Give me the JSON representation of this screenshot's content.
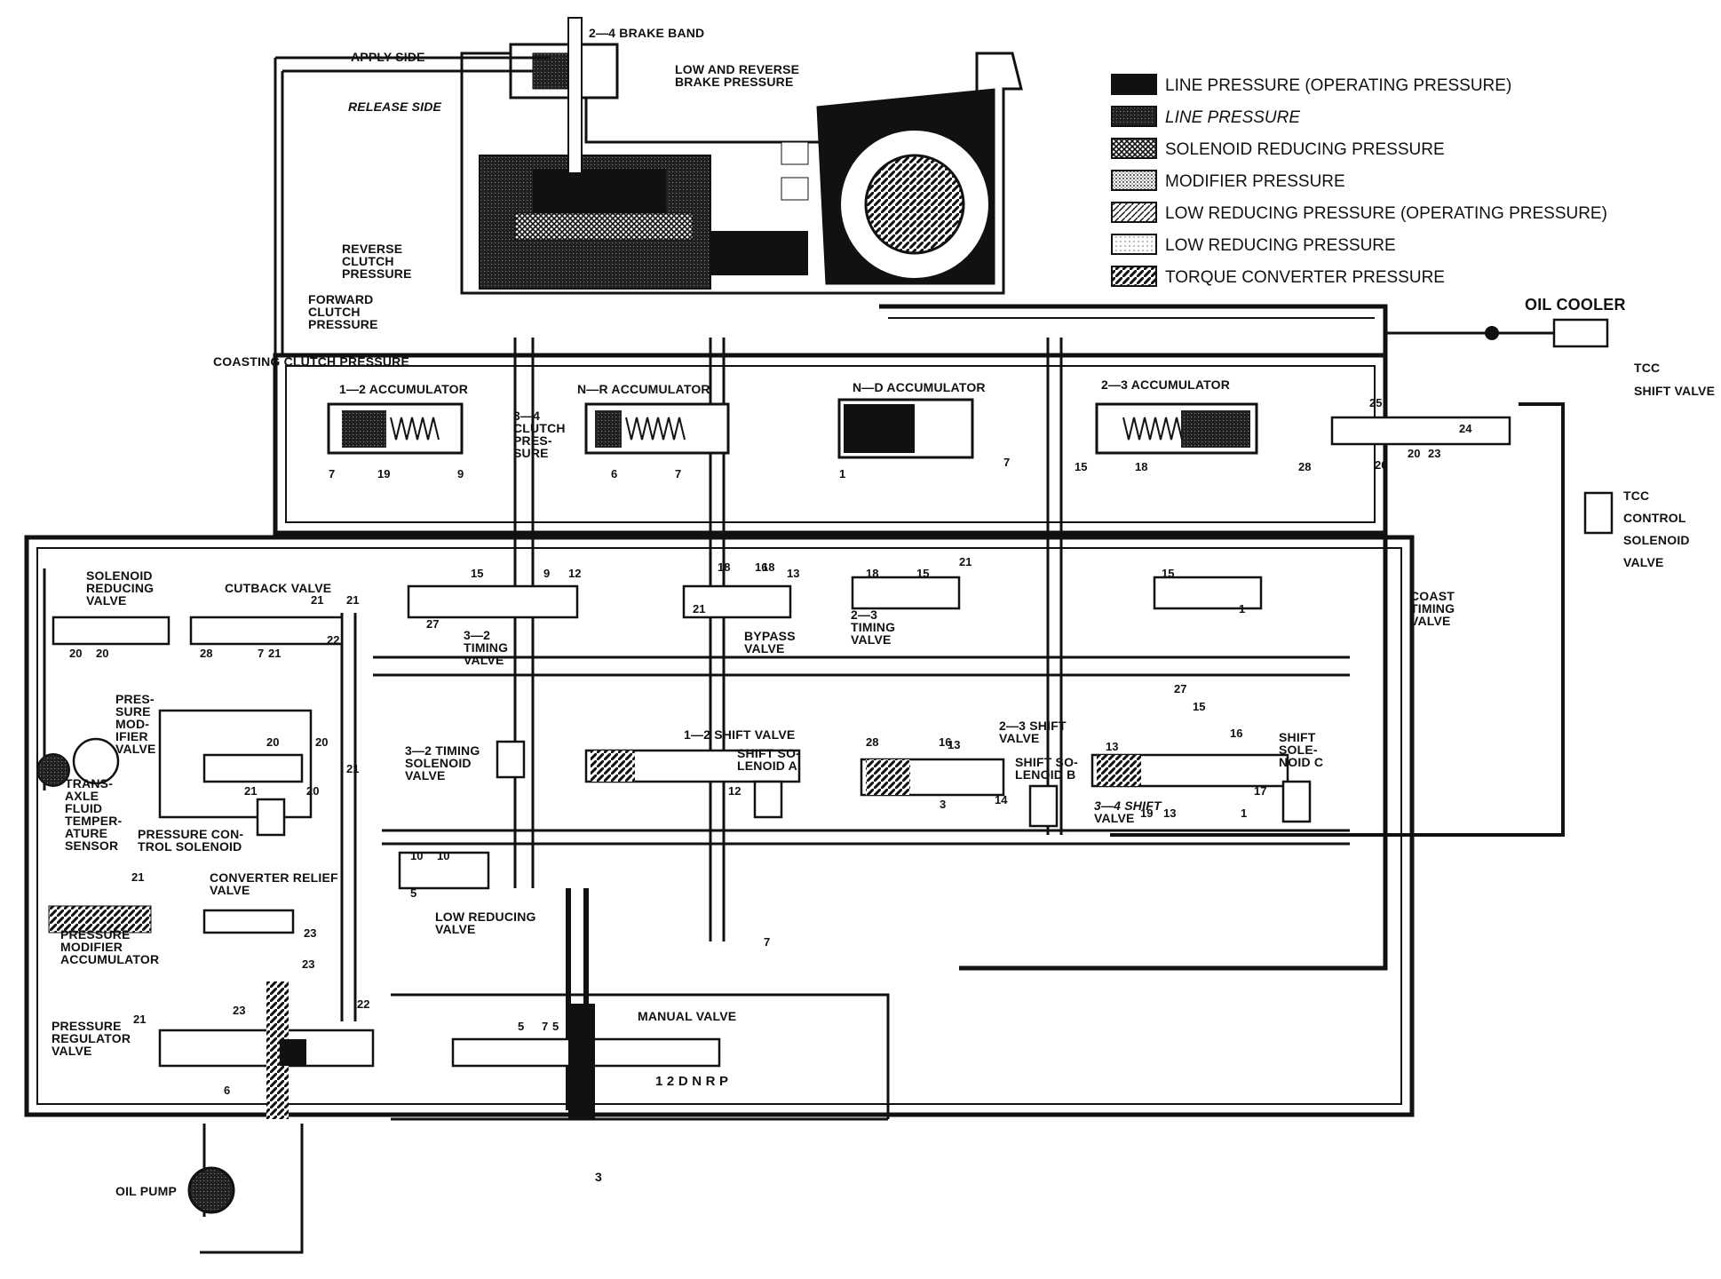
{
  "legend": [
    {
      "label": "LINE PRESSURE (OPERATING PRESSURE)",
      "pattern": "solid"
    },
    {
      "label": "LINE PRESSURE",
      "pattern": "dense-hatch"
    },
    {
      "label": "SOLENOID REDUCING PRESSURE",
      "pattern": "crosshatch"
    },
    {
      "label": "MODIFIER PRESSURE",
      "pattern": "dots-dense"
    },
    {
      "label": "LOW REDUCING PRESSURE (OPERATING PRESSURE)",
      "pattern": "diagonal"
    },
    {
      "label": "LOW REDUCING PRESSURE",
      "pattern": "dots-light"
    },
    {
      "label": "TORQUE CONVERTER PRESSURE",
      "pattern": "diagonal-bold"
    }
  ],
  "labels": {
    "brake_band": "2—4 BRAKE BAND",
    "apply_side": "APPLY SIDE",
    "release_side": "RELEASE SIDE",
    "low_reverse": "LOW AND REVERSE",
    "brake_pressure": "BRAKE PRESSURE",
    "reverse_clutch_1": "REVERSE",
    "reverse_clutch_2": "CLUTCH",
    "reverse_clutch_3": "PRESSURE",
    "forward_clutch_1": "FORWARD",
    "forward_clutch_2": "CLUTCH",
    "forward_clutch_3": "PRESSURE",
    "coasting_clutch": "COASTING CLUTCH PRESSURE",
    "acc_12": "1—2 ACCUMULATOR",
    "acc_nr": "N—R ACCUMULATOR",
    "acc_nd": "N—D ACCUMULATOR",
    "acc_23": "2—3 ACCUMULATOR",
    "clutch34_1": "3—4",
    "clutch34_2": "CLUTCH",
    "clutch34_3": "PRES-",
    "clutch34_4": "SURE",
    "oil_cooler": "OIL COOLER",
    "tcc_shift_1": "TCC",
    "tcc_shift_2": "SHIFT VALVE",
    "tcc_sol_1": "TCC",
    "tcc_sol_2": "CONTROL",
    "tcc_sol_3": "SOLENOID",
    "tcc_sol_4": "VALVE",
    "sol_red_1": "SOLENOID",
    "sol_red_2": "REDUCING",
    "sol_red_3": "VALVE",
    "cutback": "CUTBACK VALVE",
    "timing32_1": "3—2",
    "timing32_2": "TIMING",
    "timing32_3": "VALVE",
    "bypass_1": "BYPASS",
    "bypass_2": "VALVE",
    "timing23_1": "2—3",
    "timing23_2": "TIMING",
    "timing23_3": "VALVE",
    "coast_1": "COAST",
    "coast_2": "TIMING",
    "coast_3": "VALVE",
    "pmv_1": "PRES-",
    "pmv_2": "SURE",
    "pmv_3": "MOD-",
    "pmv_4": "IFIER",
    "pmv_5": "VALVE",
    "tfts_1": "TRANS-",
    "tfts_2": "AXLE",
    "tfts_3": "FLUID",
    "tfts_4": "TEMPER-",
    "tfts_5": "ATURE",
    "tfts_6": "SENSOR",
    "pcs_1": "PRESSURE CON-",
    "pcs_2": "TROL SOLENOID",
    "ts32_1": "3—2 TIMING",
    "ts32_2": "SOLENOID",
    "ts32_3": "VALVE",
    "shift12": "1—2 SHIFT VALVE",
    "ssa_1": "SHIFT SO-",
    "ssa_2": "LENOID A",
    "shift23_1": "2—3 SHIFT",
    "shift23_2": "VALVE",
    "ssb_1": "SHIFT SO-",
    "ssb_2": "LENOID B",
    "ssc_1": "SHIFT",
    "ssc_2": "SOLE-",
    "ssc_3": "NOID C",
    "shift34_1": "3—4 SHIFT",
    "shift34_2": "VALVE",
    "crv_1": "CONVERTER RELIEF",
    "crv_2": "VALVE",
    "pma_1": "PRESSURE",
    "pma_2": "MODIFIER",
    "pma_3": "ACCUMULATOR",
    "lrv_1": "LOW REDUCING",
    "lrv_2": "VALVE",
    "prv_1": "PRESSURE",
    "prv_2": "REGULATOR",
    "prv_3": "VALVE",
    "manual": "MANUAL VALVE",
    "gears": "1 2 D N R  P",
    "oil_pump": "OIL PUMP",
    "ref3": "3"
  },
  "numbers": [
    "7",
    "19",
    "9",
    "6",
    "7",
    "1",
    "7",
    "15",
    "18",
    "28",
    "25",
    "26",
    "20",
    "23",
    "24",
    "18",
    "27",
    "15",
    "9",
    "12",
    "21",
    "18",
    "16",
    "13",
    "18",
    "15",
    "21",
    "15",
    "1",
    "21",
    "20",
    "20",
    "28",
    "7",
    "21",
    "21",
    "22",
    "20",
    "20",
    "21",
    "20",
    "21",
    "12",
    "28",
    "16",
    "13",
    "14",
    "3",
    "13",
    "19",
    "13",
    "17",
    "16",
    "27",
    "15",
    "10",
    "10",
    "5",
    "21",
    "23",
    "23",
    "22",
    "21",
    "23",
    "6",
    "7",
    "5",
    "6",
    "5",
    "1",
    "7",
    "1"
  ]
}
